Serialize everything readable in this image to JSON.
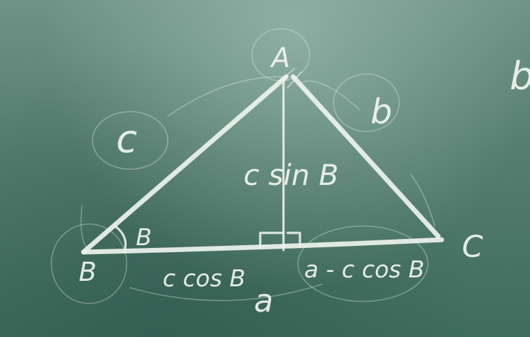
{
  "diagram": {
    "vertices": {
      "top": "A",
      "left": "B",
      "right": "C"
    },
    "sides": {
      "left": "c",
      "right": "b",
      "bottom": "a"
    },
    "angle_label": "B",
    "height_label": "c sin B",
    "base_left_segment": "c cos B",
    "base_right_segment": "a - c cos B",
    "edge_fragment": "b"
  }
}
